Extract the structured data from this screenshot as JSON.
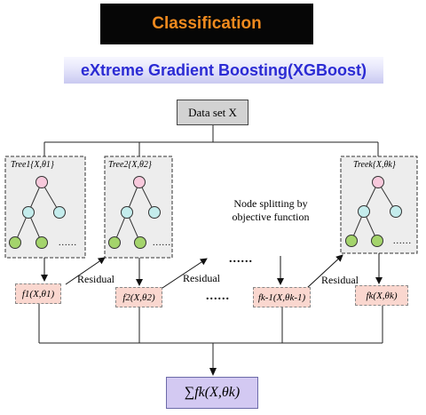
{
  "header": {
    "title": "Classification",
    "subtitle": "eXtreme Gradient Boosting(XGBoost)"
  },
  "diagram": {
    "dataset_label": "Data set X",
    "trees": [
      {
        "label": "Tree1{X,θ1}"
      },
      {
        "label": "Tree2{X,θ2}"
      },
      {
        "label": "Treek{X,θk}"
      }
    ],
    "tree_more": "......",
    "functions": [
      "f1(X,θ1)",
      "f2(X,θ2)",
      "fk-1(X,θk-1)",
      "fk(X,θk)"
    ],
    "residual_label": "Residual",
    "node_splitting_note": "Node splitting by objective function",
    "ellipsis": "......",
    "sum_label": "∑fk(X,θk)"
  },
  "colors": {
    "node_root": "#f8c9dc",
    "node_mid": "#c4ecec",
    "node_leaf": "#a4d46c",
    "title_text": "#f08a1e",
    "subtitle_text": "#2b2bd4"
  }
}
